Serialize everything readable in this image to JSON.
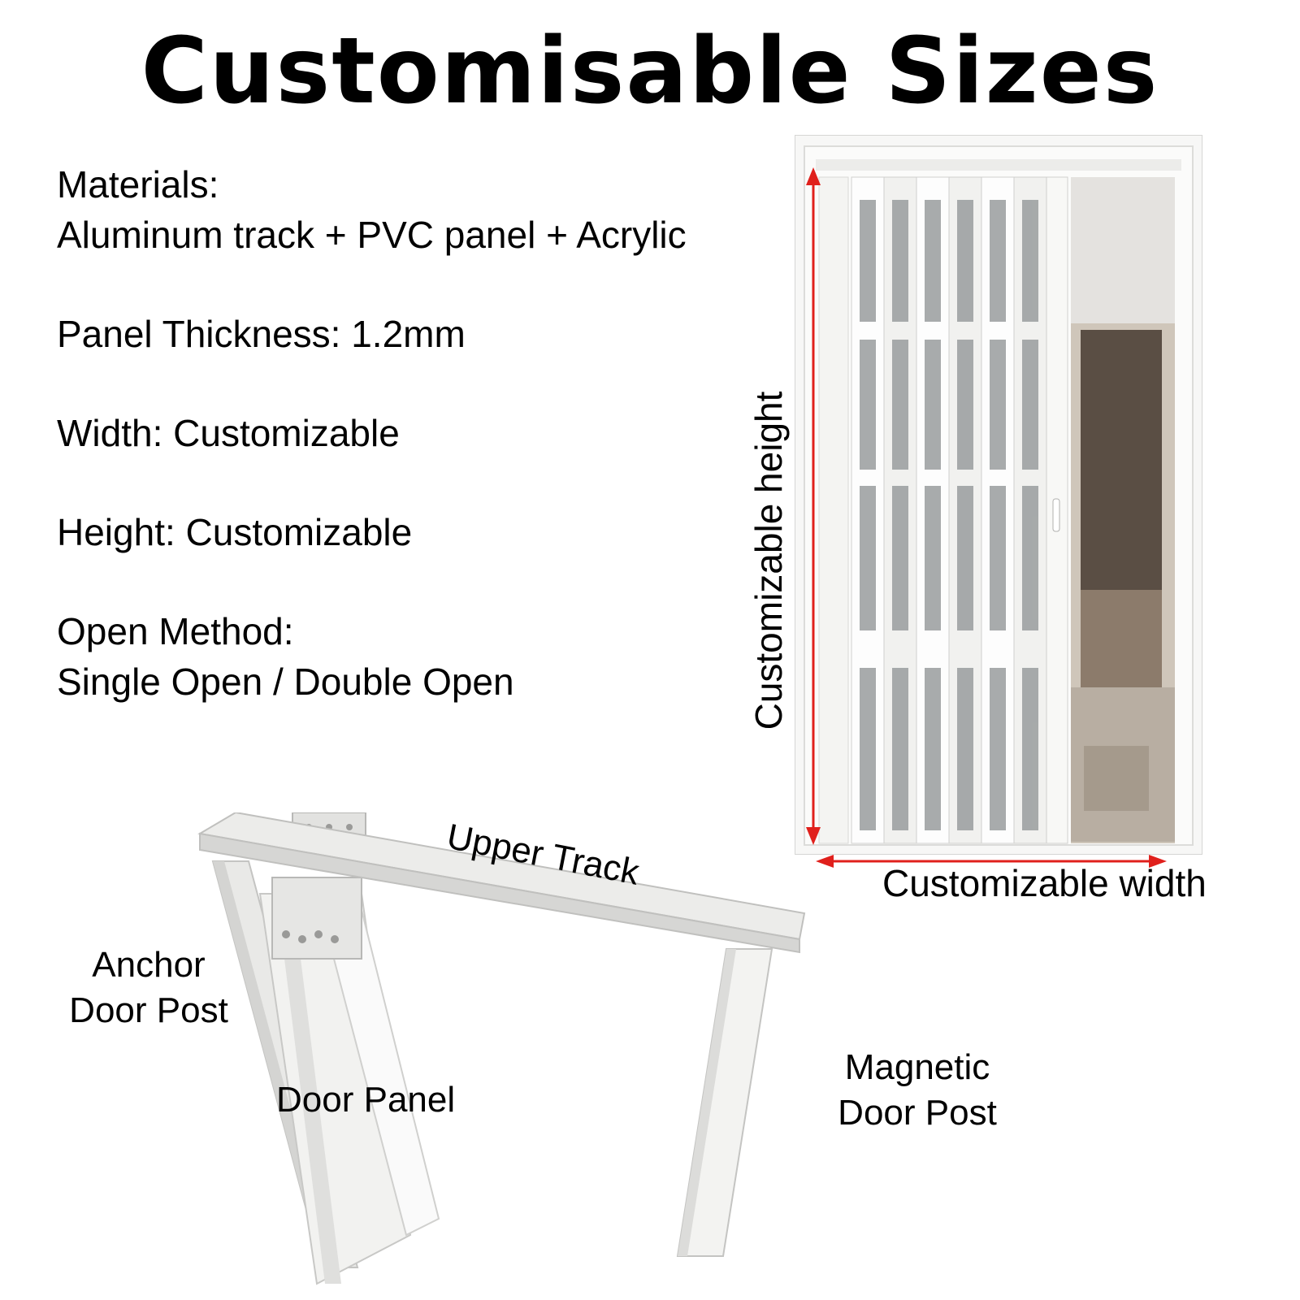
{
  "title": "Customisable Sizes",
  "specs": {
    "materials_label": "Materials:",
    "materials_value": "Aluminum track + PVC panel + Acrylic",
    "thickness": "Panel Thickness: 1.2mm",
    "width": "Width: Customizable",
    "height": "Height: Customizable",
    "open_label": "Open Method:",
    "open_value": "Single Open / Double Open"
  },
  "dimensions": {
    "height_label": "Customizable height",
    "width_label": "Customizable width",
    "arrow_color": "#e0201c"
  },
  "parts": {
    "upper_track": "Upper Track",
    "anchor_post_line1": "Anchor",
    "anchor_post_line2": "Door Post",
    "door_panel": "Door Panel",
    "magnetic_post_line1": "Magnetic",
    "magnetic_post_line2": "Door Post"
  }
}
